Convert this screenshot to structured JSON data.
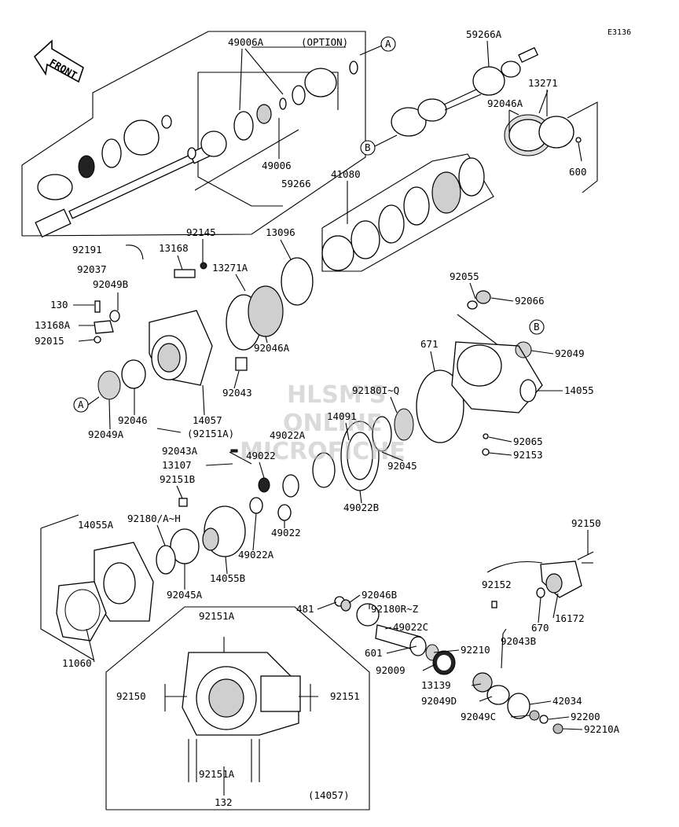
{
  "diagram": {
    "code": "E3136",
    "front_label": "FRONT",
    "watermark": [
      "HLSM'S",
      "ONLINE",
      "MICROFICHE"
    ],
    "callout_a": "A",
    "callout_b": "B",
    "labels": {
      "l49006A": "49006A",
      "option": "(OPTION)",
      "l59266A": "59266A",
      "l13271": "13271",
      "l92046A_top": "92046A",
      "l49006": "49006",
      "l59266": "59266",
      "l600": "600",
      "l41080": "41080",
      "l92145": "92145",
      "l92191": "92191",
      "l13168": "13168",
      "l13096": "13096",
      "l92037": "92037",
      "l13271A": "13271A",
      "l92049B": "92049B",
      "l130": "130",
      "l13168A": "13168A",
      "l92015": "92015",
      "l92046A_mid": "92046A",
      "l92055": "92055",
      "l92066": "92066",
      "l671": "671",
      "l92049": "92049",
      "l92043": "92043",
      "l92180IQ": "92180I~Q",
      "l14055": "14055",
      "l92046": "92046",
      "l14057": "14057",
      "l14091": "14091",
      "l92049A": "92049A",
      "l92151A_par": "(92151A)",
      "l49022A_1": "49022A",
      "l92065": "92065",
      "l92043A": "92043A",
      "l49022_1": "49022",
      "l92153": "92153",
      "l13107": "13107",
      "l92045": "92045",
      "l92151B": "92151B",
      "l49022B": "49022B",
      "l92180AH": "92180/A~H",
      "l14055A": "14055A",
      "l49022_2": "49022",
      "l49022A_2": "49022A",
      "l14055B": "14055B",
      "l92045A": "92045A",
      "l92150_r": "92150",
      "l92152": "92152",
      "l92046B": "92046B",
      "l481": "481",
      "l92180RZ": "92180R~Z",
      "l16172": "16172",
      "l92151A_box": "92151A",
      "l670": "670",
      "l49022C": "49022C",
      "l92043B": "92043B",
      "l601": "601",
      "l92210": "92210",
      "l11060": "11060",
      "l92009": "92009",
      "l13139": "13139",
      "l92150_box": "92150",
      "l92151_box": "92151",
      "l92049D": "92049D",
      "l42034": "42034",
      "l92049C": "92049C",
      "l92200": "92200",
      "l92210A": "92210A",
      "l92151A_bot": "92151A",
      "l132": "132",
      "l14057_par": "(14057)"
    }
  }
}
